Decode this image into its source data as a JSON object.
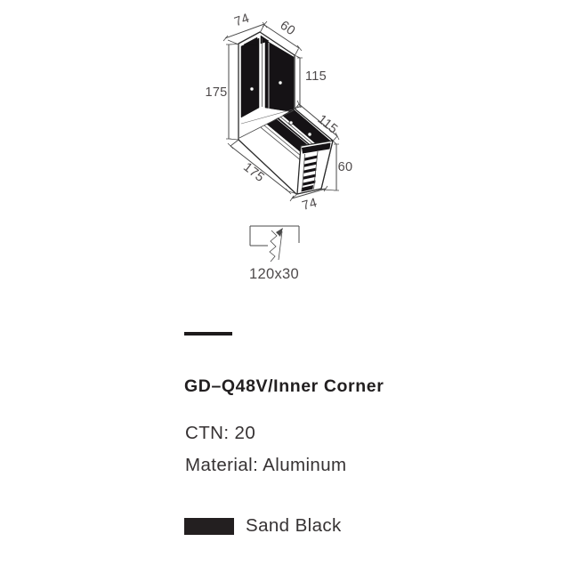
{
  "page": {
    "background": "#ffffff"
  },
  "drawing": {
    "dim_labels": {
      "top_width": "74",
      "top_depth": "60",
      "inner_height": "115",
      "outer_height": "175",
      "inner_length": "115",
      "outer_length": "175",
      "end_height": "60",
      "end_width": "74"
    },
    "mount_cutout_label": "120x30",
    "profile_color": "#151215",
    "line_color": "#4a4a4a",
    "dim_text_color": "#4e4a4b"
  },
  "product": {
    "divider_color": "#1d1a1b",
    "title": "GD–Q48V/Inner Corner",
    "ctn": "CTN: 20",
    "material": "Material: Aluminum",
    "finish": {
      "label": "Sand Black",
      "swatch_color": "#231f20"
    }
  }
}
